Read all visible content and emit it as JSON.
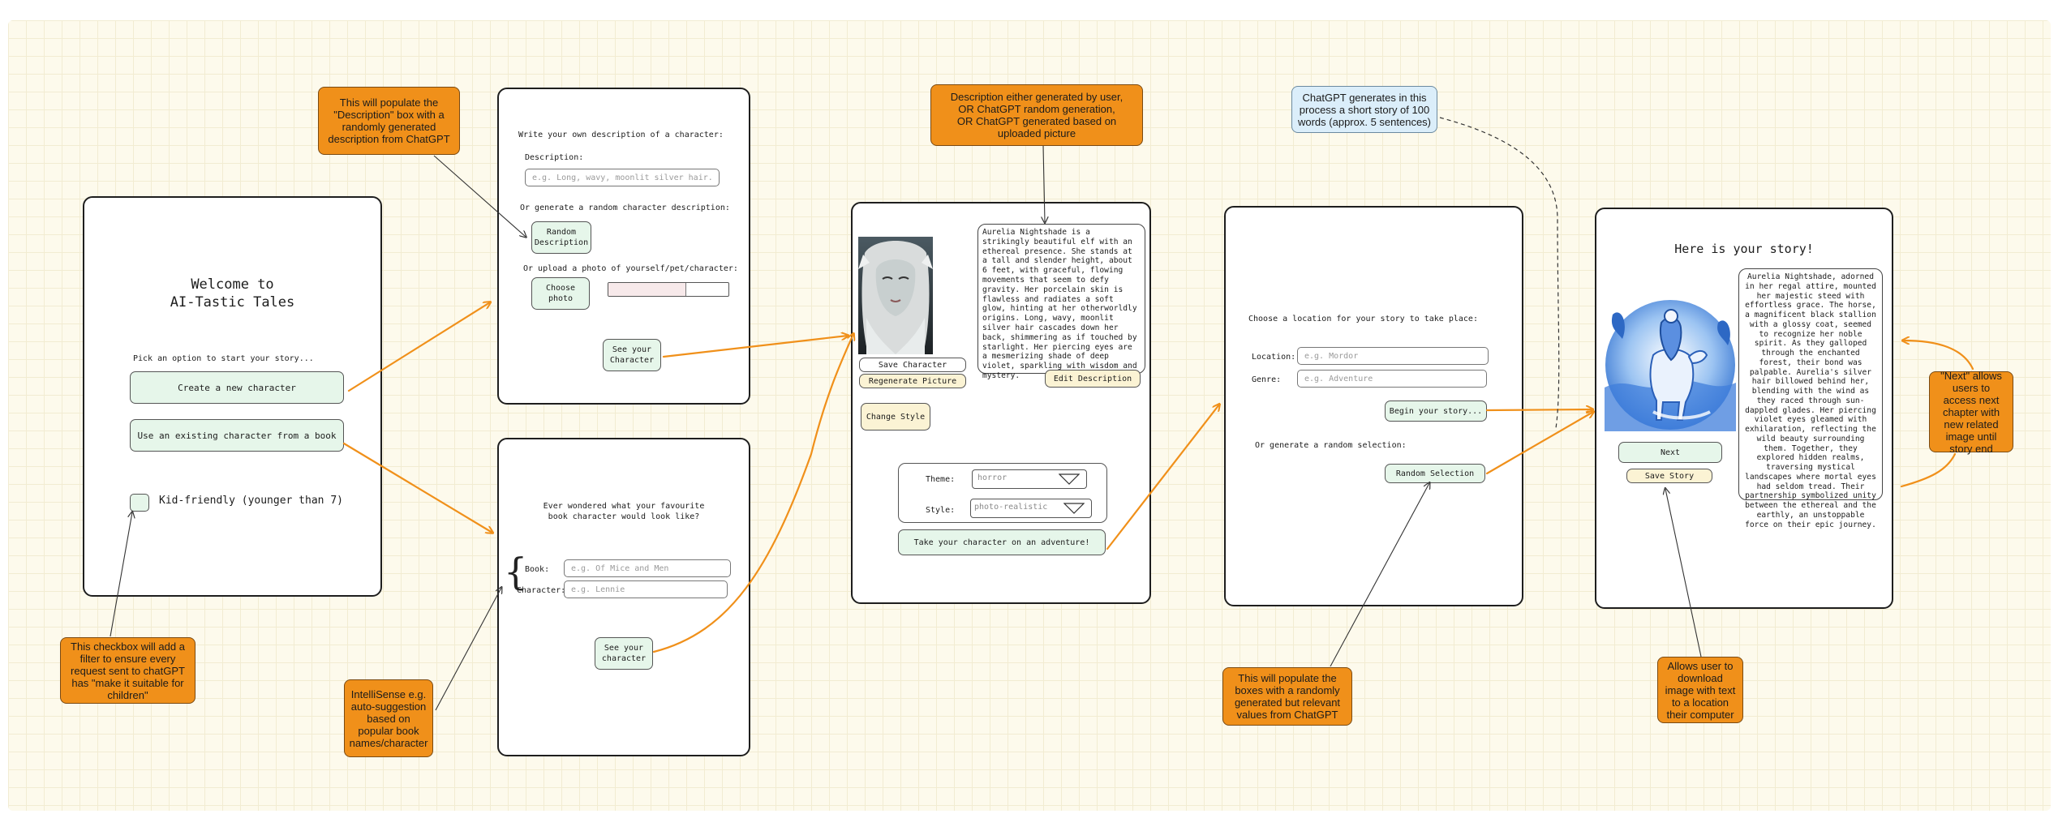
{
  "screen1": {
    "title": "Welcome to\nAI-Tastic Tales",
    "prompt": "Pick an option to start your story...",
    "create_btn": "Create a new character",
    "existing_btn": "Use an existing character from a book",
    "kid_label": "Kid-friendly (younger than 7)"
  },
  "screen2": {
    "heading": "Write your own description of a character:",
    "desc_label": "Description:",
    "desc_placeholder": "e.g. Long, wavy, moonlit silver hair...",
    "random_heading": "Or generate a random character description:",
    "random_btn": "Random\nDescription",
    "upload_heading": "Or upload a photo of yourself/pet/character:",
    "choose_btn": "Choose\nphoto",
    "see_btn": "See your\nCharacter"
  },
  "screen3": {
    "heading": "Ever wondered what your favourite\nbook character would look like?",
    "book_label": "Book:",
    "book_placeholder": "e.g. Of Mice and Men",
    "char_label": "Character:",
    "char_placeholder": "e.g. Lennie",
    "see_btn": "See your\ncharacter"
  },
  "screen4": {
    "description": "Aurelia Nightshade is a strikingly beautiful elf with an ethereal presence. She stands at a tall and slender height, about 6 feet, with graceful, flowing movements that seem to defy gravity. Her porcelain skin is flawless and radiates a soft glow, hinting at her otherworldly origins. Long, wavy, moonlit silver hair cascades down her back, shimmering as if touched by starlight. Her piercing eyes are a mesmerizing shade of deep violet, sparkling with wisdom and mystery.",
    "save_btn": "Save Character",
    "regen_btn": "Regenerate Picture",
    "edit_btn": "Edit Description",
    "style_btn": "Change Style",
    "theme_label": "Theme:",
    "theme_value": "horror",
    "style_label": "Style:",
    "style_value": "photo-realistic",
    "adventure_btn": "Take your character on an adventure!"
  },
  "screen5": {
    "heading": "Choose a location for your story to take place:",
    "location_label": "Location:",
    "location_placeholder": "e.g. Mordor",
    "genre_label": "Genre:",
    "genre_placeholder": "e.g. Adventure",
    "begin_btn": "Begin your story...",
    "random_heading": "Or generate a random selection:",
    "random_btn": "Random Selection"
  },
  "screen6": {
    "title": "Here is your story!",
    "story": "Aurelia Nightshade, adorned in her regal attire, mounted her majestic steed with effortless grace. The horse, a magnificent black stallion with a glossy coat, seemed to recognize her noble spirit. As they galloped through the enchanted forest, their bond was palpable. Aurelia's silver hair billowed behind her, blending with the wind as they raced through sun-dappled glades. Her piercing violet eyes gleamed with exhilaration, reflecting the wild beauty surrounding them. Together, they explored hidden realms, traversing mystical landscapes where mortal eyes had seldom tread. Their partnership symbolized unity between the ethereal and the earthly, an unstoppable force on their epic journey.",
    "next_btn": "Next",
    "save_btn": "Save Story"
  },
  "notes": {
    "random_desc": "This will populate the \"Description\" box with a randomly generated description from ChatGPT",
    "kid_filter": "This checkbox will add a filter to ensure every request sent to chatGPT has \"make it suitable for children\"",
    "intellisense": "IntelliSense e.g. auto-suggestion based on popular book names/character",
    "description_source": "Description either generated by user,\nOR ChatGPT random generation,\nOR ChatGPT generated based on\nuploaded picture",
    "chatgpt_story": "ChatGPT generates in this process a short story of 100 words (approx. 5 sentences)",
    "random_selection": "This will populate the boxes with a randomly generated but relevant values from ChatGPT",
    "download": "Allows user to download image with text to a location their computer",
    "next_chapter": "\"Next\" allows users to access next chapter with new related image until story end"
  },
  "colors": {
    "note_orange": "#f0901a",
    "note_blue": "#dbeefa",
    "arrow_orange": "#f0901a",
    "button_green": "#e6f6ea",
    "button_cream": "#fbf3d4",
    "canvas": "#fdfaec"
  }
}
